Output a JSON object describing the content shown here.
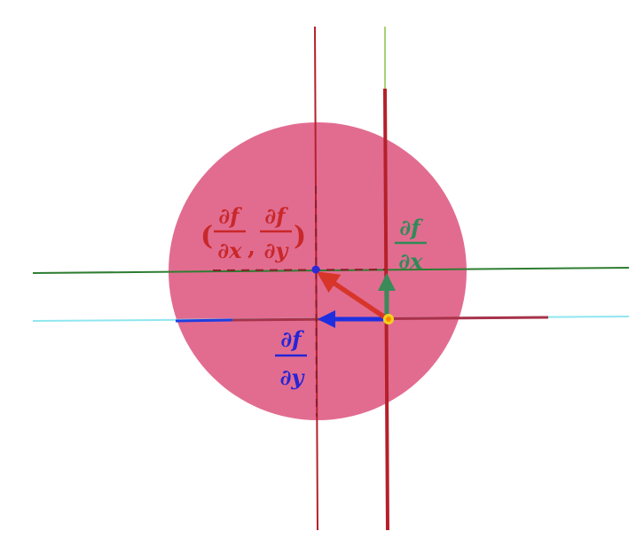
{
  "colors": {
    "disc": "#e0648a",
    "red_line": "#b5202a",
    "green_line": "#2e7d32",
    "cyan_line": "#8fe6f0",
    "blue_line": "#1f3fe0",
    "gradient_arrow": "#d8352a",
    "green_arrow": "#3a8a5a",
    "blue_arrow": "#1f2fe0",
    "point_marker": "#f0d21e",
    "tip_marker": "#2a2ad8",
    "gradient_label": "#c8282a",
    "dfdx_label": "#2e8b57",
    "dfdy_label": "#2525d6"
  },
  "labels": {
    "gradient": {
      "open_paren": "(",
      "comma": ",",
      "close_paren": ")",
      "numer_1": "∂f",
      "denom_1": "∂x",
      "numer_2": "∂f",
      "denom_2": "∂y"
    },
    "dfdx": {
      "numer": "∂f",
      "denom": "∂x"
    },
    "dfdy": {
      "numer": "∂f",
      "denom": "∂y"
    }
  }
}
